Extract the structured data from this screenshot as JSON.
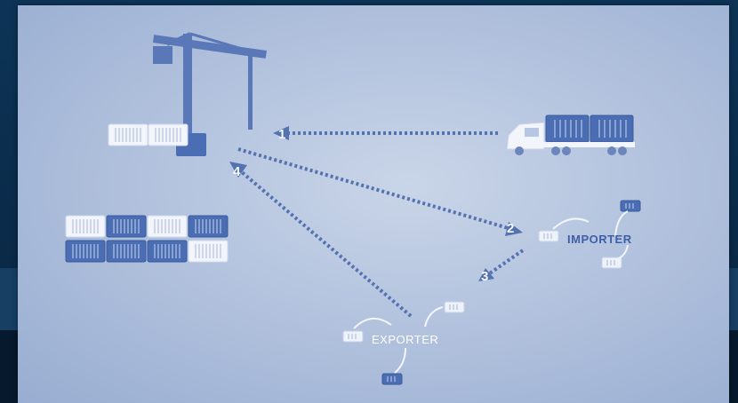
{
  "diagram": {
    "colors": {
      "container_dark": "#4a6db3",
      "container_light": "#f2f5fb",
      "arrow": "#5572b0",
      "crane": "#5a78b8",
      "label_importer": "#3e5fa8",
      "label_exporter": "#ffffff"
    },
    "steps": [
      "1",
      "2",
      "3",
      "4"
    ],
    "nodes": {
      "importer": {
        "label": "IMPORTER",
        "icon": "truck-icon"
      },
      "exporter": {
        "label": "EXPORTER"
      },
      "port": {
        "icon": "gantry-crane-icon"
      }
    }
  }
}
